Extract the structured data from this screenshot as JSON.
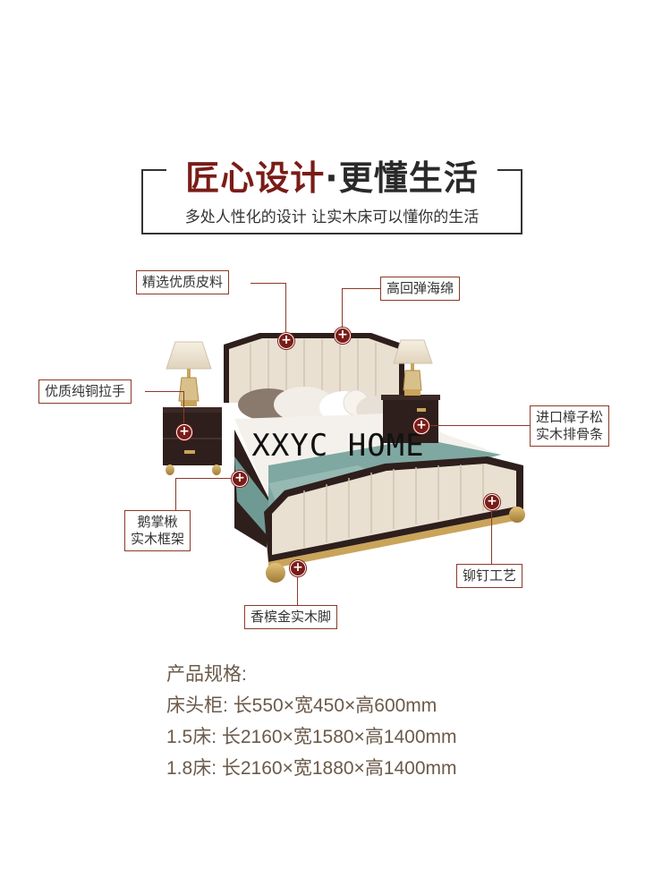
{
  "header": {
    "title_red": "匠心设计",
    "title_dark": "·更懂生活",
    "subtitle": "多处人性化的设计  让实木床可以懂你的生活"
  },
  "watermark": "XXYC HOME",
  "callouts": {
    "leather": "精选优质皮料",
    "sponge": "高回弹海绵",
    "handle": "优质纯铜拉手",
    "slats_line1": "进口樟子松",
    "slats_line2": "实木排骨条",
    "frame_line1": "鹅掌楸",
    "frame_line2": "实木框架",
    "rivet": "铆钉工艺",
    "feet": "香槟金实木脚"
  },
  "marker_symbol": "+",
  "specs": {
    "title": "产品规格:",
    "lines": [
      "床头柜:  长550×宽450×高600mm",
      "1.5床:  长2160×宽1580×高1400mm",
      "1.8床:  长2160×宽1880×高1400mm"
    ]
  },
  "colors": {
    "accent": "#7a1c17",
    "headboard": "#e9e0d2",
    "frame_dark": "#2e1f1c",
    "gold": "#c9a45a",
    "throw_teal": "#7fa8a2"
  }
}
